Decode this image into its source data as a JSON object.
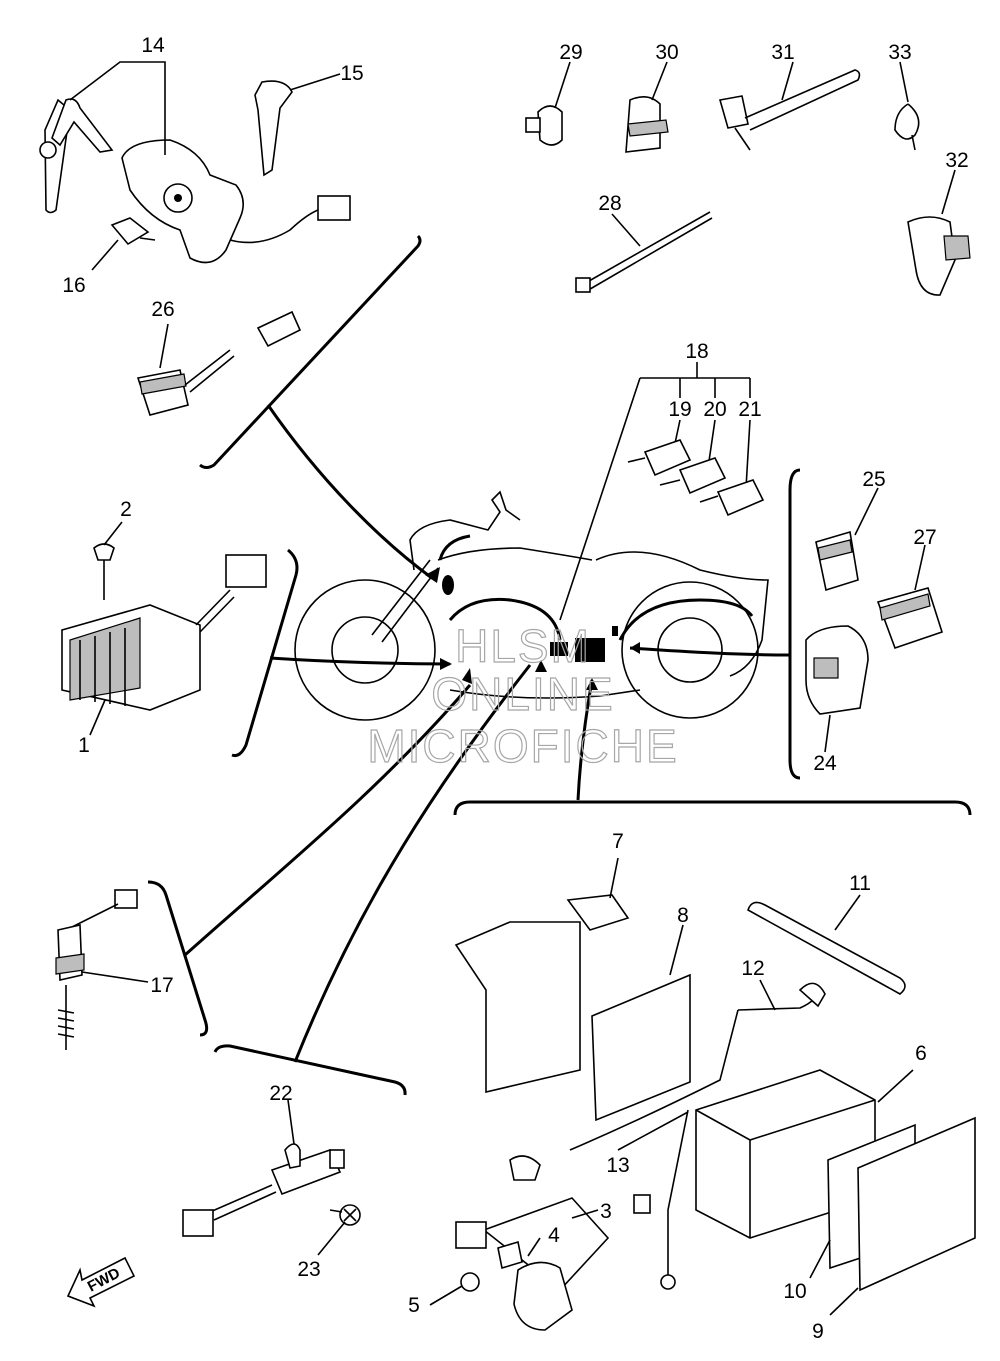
{
  "callouts": {
    "c1": "1",
    "c2": "2",
    "c3": "3",
    "c4": "4",
    "c5": "5",
    "c6": "6",
    "c7": "7",
    "c8": "8",
    "c9": "9",
    "c10": "10",
    "c11": "11",
    "c12": "12",
    "c13": "13",
    "c14": "14",
    "c15": "15",
    "c16": "16",
    "c17": "17",
    "c18": "18",
    "c19": "19",
    "c20": "20",
    "c21": "21",
    "c22": "22",
    "c23": "23",
    "c24": "24",
    "c25": "25",
    "c26": "26",
    "c27": "27",
    "c28": "28",
    "c29": "29",
    "c30": "30",
    "c31": "31",
    "c32": "32",
    "c33": "33"
  },
  "watermark": {
    "line1": "HLSM",
    "line2": "ONLINE",
    "line3": "MICROFICHE"
  },
  "direction_badge": "FWD"
}
